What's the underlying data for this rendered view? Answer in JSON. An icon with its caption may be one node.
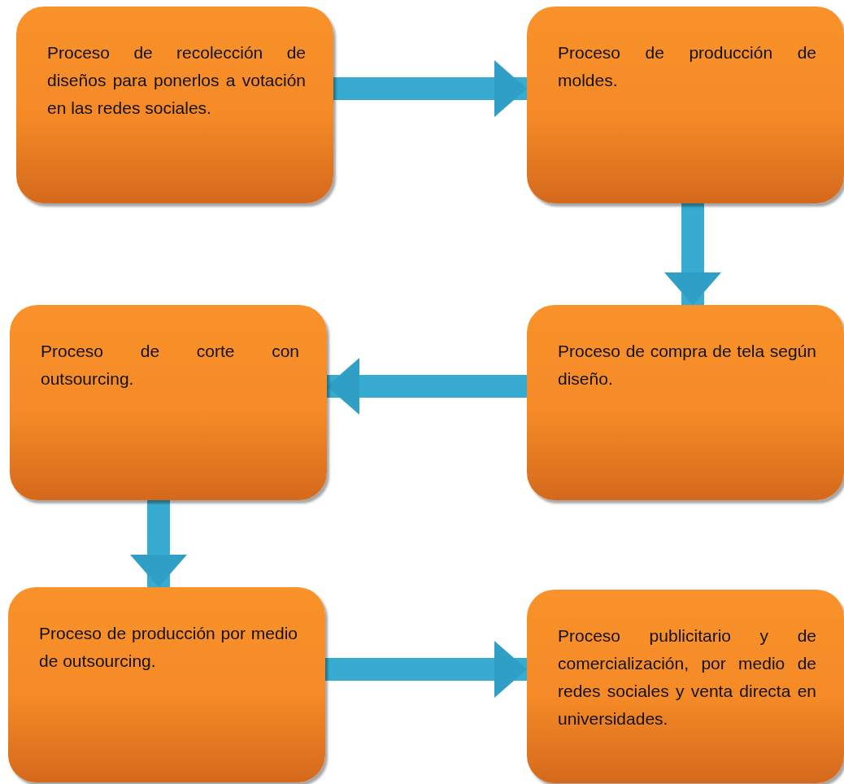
{
  "diagram": {
    "nodes": [
      {
        "text": [
          "Proceso de recolección de diseños para ponerlos a votación en las redes sociales."
        ]
      },
      {
        "text": [
          "Proceso de producción de moldes."
        ]
      },
      {
        "text": [
          "Proceso de corte con outsourcing."
        ]
      },
      {
        "text": [
          "Proceso de compra de tela según diseño."
        ]
      },
      {
        "text": [
          "Proceso de producción por medio de outsourcing."
        ]
      },
      {
        "text": [
          "Proceso publicitario y de comercialización, por medio de redes sociales y venta directa en universidades."
        ]
      }
    ],
    "edges": [
      {
        "from": 0,
        "to": 1,
        "arrow": "to"
      },
      {
        "from": 1,
        "to": 3,
        "arrow": "to"
      },
      {
        "from": 3,
        "to": 2,
        "arrow": "to"
      },
      {
        "from": 2,
        "to": 4,
        "arrow": "to"
      },
      {
        "from": 4,
        "to": 5,
        "arrow": "to"
      }
    ]
  }
}
